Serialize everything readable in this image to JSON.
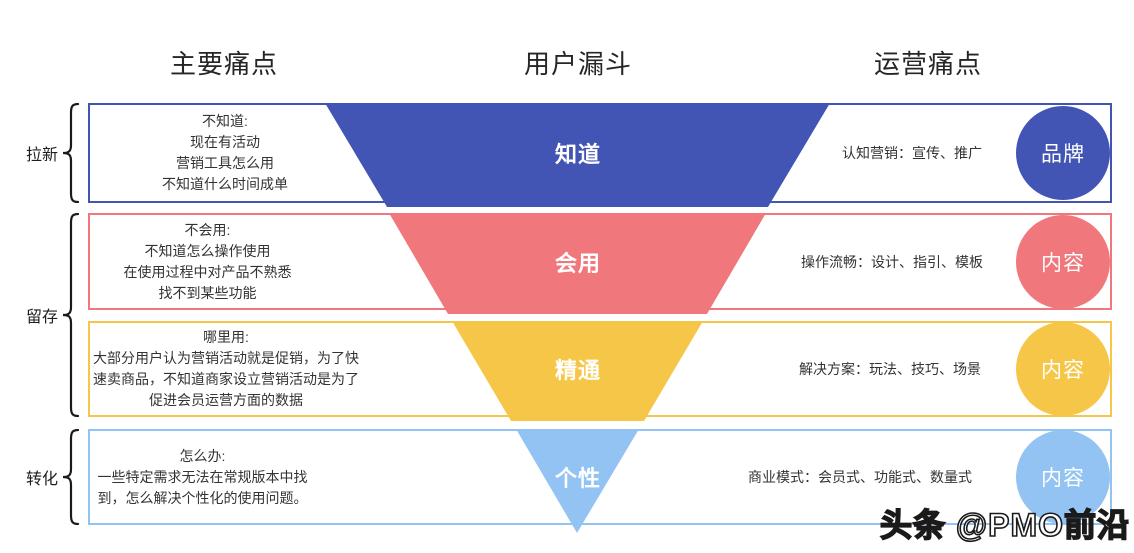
{
  "headers": {
    "left": "主要痛点",
    "center": "用户漏斗",
    "right": "运营痛点"
  },
  "groups": [
    {
      "label": "拉新"
    },
    {
      "label": "留存"
    },
    {
      "label": "转化"
    }
  ],
  "rows": [
    {
      "color": "#4355B4",
      "pain_lines": [
        "不知道:",
        "现在有活动",
        "营销工具怎么用",
        "不知道什么时间成单"
      ],
      "funnel_label": "知道",
      "ops_text": "认知营销：宣传、推广",
      "circle_label": "品牌"
    },
    {
      "color": "#F0787C",
      "pain_lines": [
        "不会用:",
        "不知道怎么操作使用",
        "在使用过程中对产品不熟悉",
        "找不到某些功能"
      ],
      "funnel_label": "会用",
      "ops_text": "操作流畅：设计、指引、模板",
      "circle_label": "内容"
    },
    {
      "color": "#F5C647",
      "pain_lines": [
        "哪里用:",
        "大部分用户认为营销活动就是促销，为了快",
        "速卖商品，不知道商家设立营销活动是为了",
        "促进会员运营方面的数据"
      ],
      "funnel_label": "精通",
      "ops_text": "解决方案：玩法、技巧、场景",
      "circle_label": "内容"
    },
    {
      "color": "#92C3F2",
      "pain_lines": [
        "怎么办:",
        "一些特定需求无法在常规版本中找",
        "到，怎么解决个性化的使用问题。"
      ],
      "funnel_label": "个性",
      "ops_text": "商业模式：会员式、功能式、数量式",
      "circle_label": "内容"
    }
  ],
  "watermark": "头条 @PMO前沿",
  "brace_color": "#1a1a1a"
}
